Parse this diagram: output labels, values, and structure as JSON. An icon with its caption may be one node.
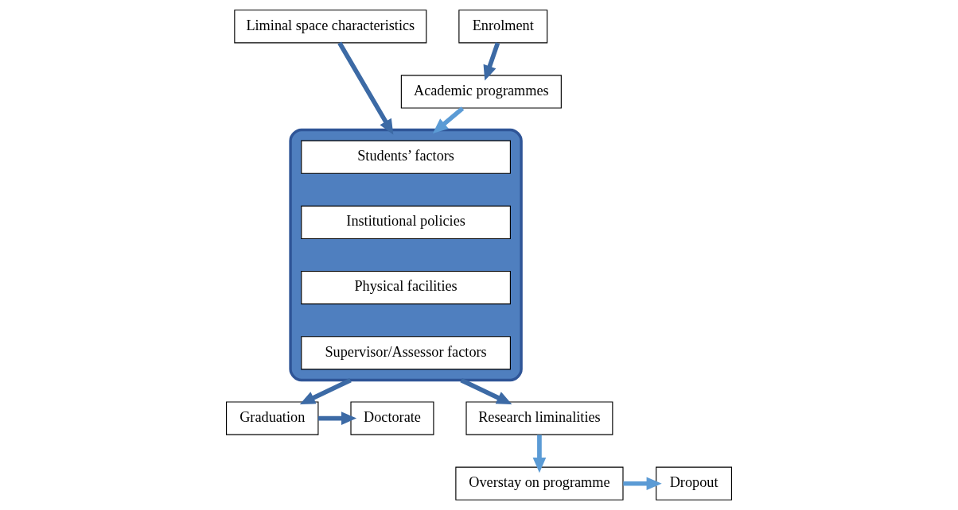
{
  "diagram": {
    "nodes": [
      {
        "text": [
          "Liminal space characteristics"
        ]
      },
      {
        "text": [
          "Enrolment"
        ]
      },
      {
        "text": [
          "Academic programmes"
        ]
      },
      {
        "text": [],
        "shape": "box"
      },
      {
        "text": [
          "Students’ factors"
        ],
        "in": 3
      },
      {
        "text": [
          "Institutional policies"
        ],
        "in": 3
      },
      {
        "text": [
          "Physical facilities"
        ],
        "in": 3
      },
      {
        "text": [
          "Supervisor/Assessor factors"
        ],
        "in": 3
      },
      {
        "text": [
          "Graduation"
        ]
      },
      {
        "text": [
          "Doctorate"
        ]
      },
      {
        "text": [
          "Research liminalities"
        ]
      },
      {
        "text": [
          "Overstay on programme"
        ]
      },
      {
        "text": [
          "Dropout"
        ]
      }
    ],
    "edges": [
      {
        "from": 0,
        "to": 3,
        "arrow": "to"
      },
      {
        "from": 1,
        "to": 2,
        "arrow": "to"
      },
      {
        "from": 2,
        "to": 3,
        "arrow": "to",
        "color": "#5b9bd5"
      },
      {
        "from": 3,
        "to": 8,
        "arrow": "to"
      },
      {
        "from": 8,
        "to": 9,
        "arrow": "to"
      },
      {
        "from": 3,
        "to": 10,
        "arrow": "to"
      },
      {
        "from": 10,
        "to": 11,
        "arrow": "to",
        "color": "#5b9bd5"
      },
      {
        "from": 11,
        "to": 12,
        "arrow": "to",
        "color": "#5b9bd5"
      }
    ]
  }
}
